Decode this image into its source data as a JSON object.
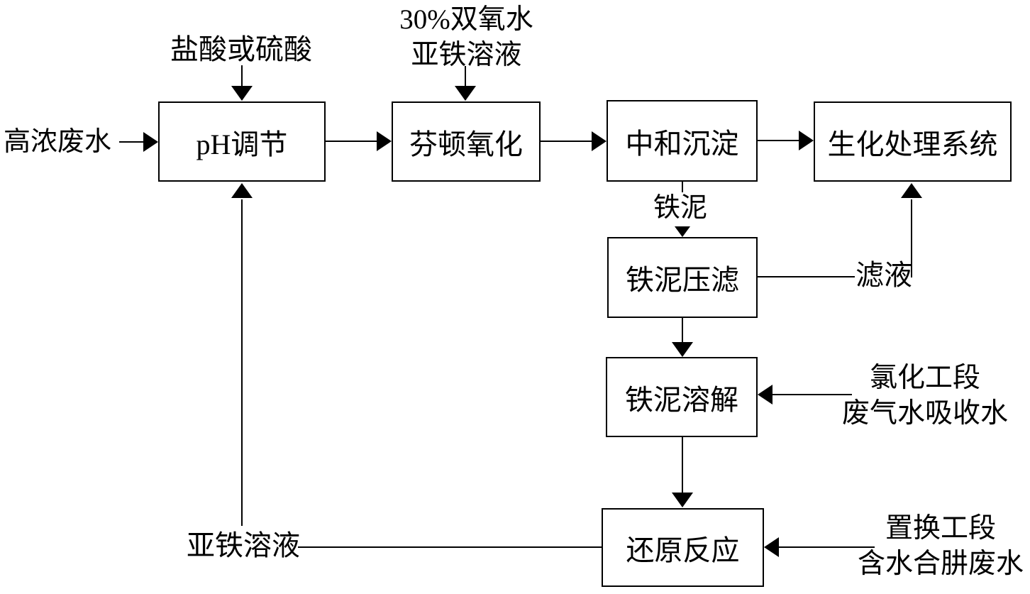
{
  "canvas": {
    "background": "#ffffff",
    "line_color": "#000000"
  },
  "boxes": {
    "ph_adjust": {
      "label": "pH调节"
    },
    "fenton": {
      "label": "芬顿氧化"
    },
    "neutralize": {
      "label": "中和沉淀"
    },
    "bio_system": {
      "label": "生化处理系统"
    },
    "mud_press": {
      "label": "铁泥压滤"
    },
    "mud_dissolve": {
      "label": "铁泥溶解"
    },
    "reduction": {
      "label": "还原反应"
    }
  },
  "labels": {
    "influent": "高浓废水",
    "acid": "盐酸或硫酸",
    "oxidant_line1": "30%双氧水",
    "oxidant_line2": "亚铁溶液",
    "iron_mud": "铁泥",
    "filtrate": "滤液",
    "chlorination_line1": "氯化工段",
    "chlorination_line2": "废气水吸收水",
    "replacement_line1": "置换工段",
    "replacement_line2": "含水合肼废水",
    "ferrous_solution": "亚铁溶液"
  }
}
